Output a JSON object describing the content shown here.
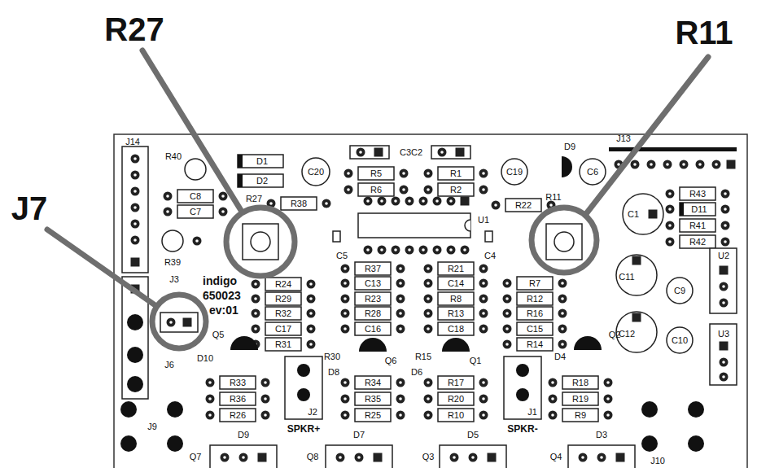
{
  "diagram": {
    "labels": [
      "R27",
      "R11",
      "J7",
      "J14",
      "C3C2",
      "D9",
      "J13",
      "R40",
      "D1",
      "C20",
      "R5",
      "R1",
      "C19",
      "C6",
      "D2",
      "R6",
      "R2",
      "R43",
      "C8",
      "R27",
      "R38",
      "R22",
      "R11",
      "D11",
      "C7",
      "C1",
      "U1",
      "R41",
      "R42",
      "C5",
      "C4",
      "U2",
      "R39",
      "R37",
      "R21",
      "C11",
      "J3",
      "indigo",
      "650023",
      "R24",
      "C13",
      "C14",
      "R7",
      "C9",
      "R29",
      "R23",
      "R8",
      "R12",
      "ev:01",
      "R32",
      "R28",
      "R13",
      "R16",
      "C17",
      "C16",
      "C18",
      "C15",
      "Q5",
      "Q2",
      "C12",
      "U3",
      "C10",
      "R31",
      "R14",
      "D10",
      "R30",
      "Q6",
      "R15",
      "Q1",
      "D4",
      "J6",
      "D8",
      "D6",
      "R33",
      "R34",
      "R17",
      "R18",
      "R36",
      "R35",
      "R20",
      "R19",
      "J2",
      "J1",
      "R26",
      "R25",
      "R10",
      "R9",
      "J9",
      "SPKR+",
      "SPKR-",
      "D9",
      "D7",
      "D5",
      "D3",
      "Q7",
      "Q8",
      "Q3",
      "Q4",
      "J10"
    ]
  }
}
